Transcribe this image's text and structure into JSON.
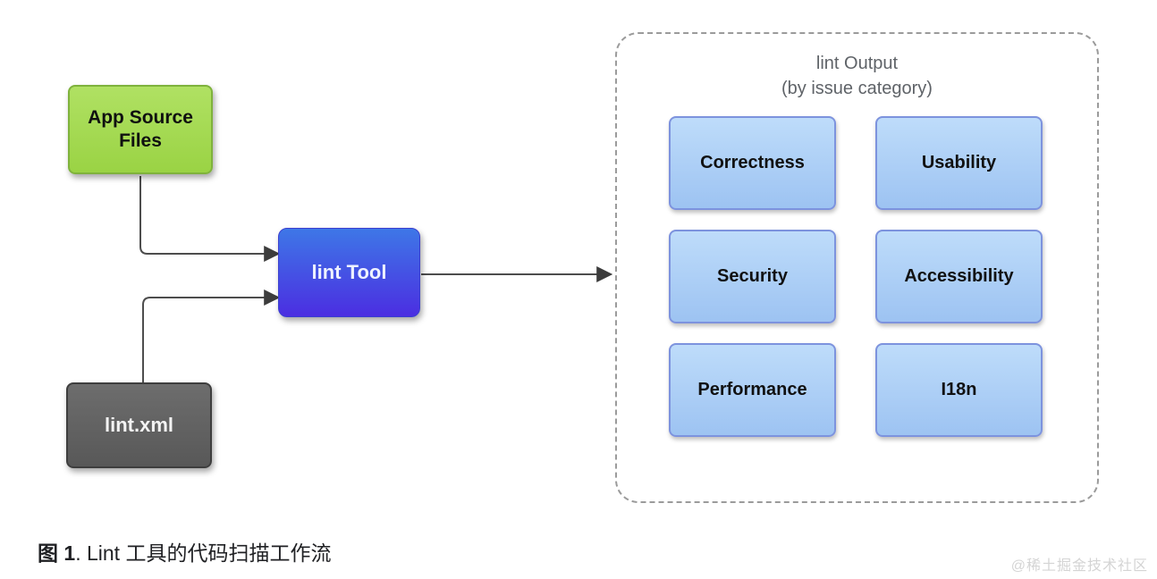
{
  "diagram": {
    "nodes": {
      "app_source_files": {
        "label": "App Source Files"
      },
      "lint_xml": {
        "label": "lint.xml"
      },
      "lint_tool": {
        "label": "lint Tool"
      }
    },
    "output_group": {
      "title_line1": "lint Output",
      "title_line2": "(by issue category)",
      "categories": [
        "Correctness",
        "Usability",
        "Security",
        "Accessibility",
        "Performance",
        "I18n"
      ]
    },
    "edges": [
      {
        "from": "app_source_files",
        "to": "lint_tool"
      },
      {
        "from": "lint_xml",
        "to": "lint_tool"
      },
      {
        "from": "lint_tool",
        "to": "output_group"
      }
    ],
    "colors": {
      "app_source_files_fill": "#9ad344",
      "lint_xml_fill": "#5e5e5e",
      "lint_tool_fill_top": "#3e77e7",
      "lint_tool_fill_bottom": "#4b2ee1",
      "category_fill": "#aed0f6",
      "category_border": "#7d93de",
      "connector": "#4d4d4d",
      "dashed_border": "#9b9b9b"
    }
  },
  "caption": {
    "figure_label": "图 1",
    "rest": ". Lint 工具的代码扫描工作流"
  },
  "watermark": "@稀土掘金技术社区"
}
